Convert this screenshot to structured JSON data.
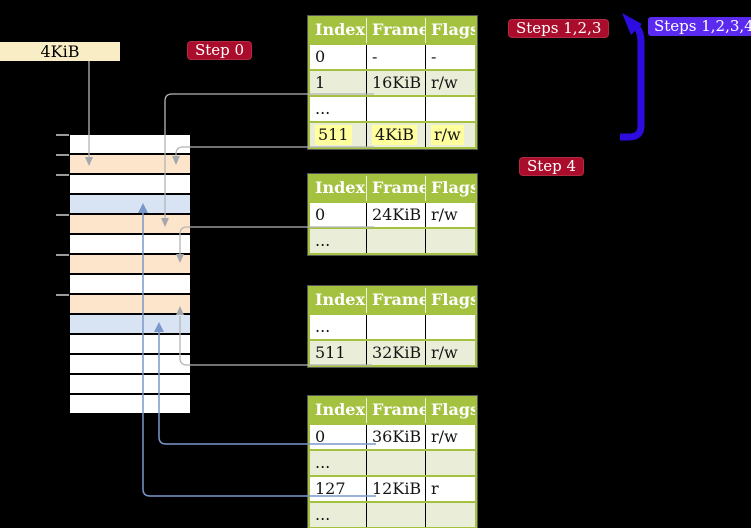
{
  "labels": {
    "page_size": "4KiB",
    "step0": "Step 0",
    "steps123": "Steps 1,2,3",
    "steps1234": "Steps 1,2,3,4",
    "step4": "Step 4"
  },
  "colors": {
    "background": "#000000",
    "cream_label": "#f9edc6",
    "crimson_badge": "#a90d2b",
    "violet_badge": "#5a2af0",
    "big_arrow_blue": "#2d0ce0",
    "table_green": "#a4c13f",
    "table_row_tint": "#eaeed9",
    "highlight_yellow": "#ffff9e",
    "memory_peach": "#fce5cb",
    "memory_blue": "#d8e4f4",
    "gray_connector": "#b5b5b5",
    "gray_arrowhead": "#a4a8ac",
    "blue_connector": "#7b97c9"
  },
  "memory_strip": {
    "row_colors": [
      "white",
      "peach",
      "white",
      "blue",
      "peach",
      "white",
      "peach",
      "white",
      "peach",
      "blue",
      "white",
      "white",
      "white",
      "white"
    ],
    "tick_row_boundaries": [
      0,
      1,
      2,
      4,
      6,
      8
    ]
  },
  "tables": [
    {
      "headers": [
        "Index",
        "Frame",
        "Flags"
      ],
      "rows": [
        {
          "cells": [
            "0",
            "-",
            "-"
          ],
          "tinted": false,
          "highlighted": false
        },
        {
          "cells": [
            "1",
            "16KiB",
            "r/w"
          ],
          "tinted": true,
          "highlighted": false
        },
        {
          "cells": [
            "...",
            "",
            ""
          ],
          "tinted": false,
          "highlighted": false
        },
        {
          "cells": [
            "511",
            "4KiB",
            "r/w"
          ],
          "tinted": true,
          "highlighted": true
        }
      ]
    },
    {
      "headers": [
        "Index",
        "Frame",
        "Flags"
      ],
      "rows": [
        {
          "cells": [
            "0",
            "24KiB",
            "r/w"
          ],
          "tinted": false,
          "highlighted": false
        },
        {
          "cells": [
            "...",
            "",
            ""
          ],
          "tinted": true,
          "highlighted": false
        }
      ]
    },
    {
      "headers": [
        "Index",
        "Frame",
        "Flags"
      ],
      "rows": [
        {
          "cells": [
            "...",
            "",
            ""
          ],
          "tinted": false,
          "highlighted": false
        },
        {
          "cells": [
            "511",
            "32KiB",
            "r/w"
          ],
          "tinted": true,
          "highlighted": false
        }
      ]
    },
    {
      "headers": [
        "Index",
        "Frame",
        "Flags"
      ],
      "rows": [
        {
          "cells": [
            "0",
            "36KiB",
            "r/w"
          ],
          "tinted": false,
          "highlighted": false
        },
        {
          "cells": [
            "...",
            "",
            ""
          ],
          "tinted": true,
          "highlighted": false
        },
        {
          "cells": [
            "127",
            "12KiB",
            "r"
          ],
          "tinted": false,
          "highlighted": false
        },
        {
          "cells": [
            "...",
            "",
            ""
          ],
          "tinted": true,
          "highlighted": false
        }
      ]
    }
  ],
  "connections": [
    {
      "from": "label 4KiB",
      "to": "memory row 4-8KiB",
      "color": "gray"
    },
    {
      "from": "table1 entry 1 (16KiB)",
      "to": "memory row 16-20KiB",
      "color": "gray"
    },
    {
      "from": "table1 entry 511 (4KiB)",
      "to": "memory row 4-8KiB",
      "color": "gray"
    },
    {
      "from": "table2 entry 0 (24KiB)",
      "to": "memory row 24-28KiB",
      "color": "gray"
    },
    {
      "from": "table3 entry 511 (32KiB)",
      "to": "memory row 32-36KiB",
      "color": "gray"
    },
    {
      "from": "table4 entry 0 (36KiB)",
      "to": "memory row 36-40KiB",
      "color": "blue"
    },
    {
      "from": "table4 entry 127 (12KiB)",
      "to": "memory row 12-16KiB",
      "color": "blue"
    },
    {
      "from": "table1 area",
      "to": "Steps 1,2,3 badge",
      "color": "big-blue-arrow"
    }
  ]
}
